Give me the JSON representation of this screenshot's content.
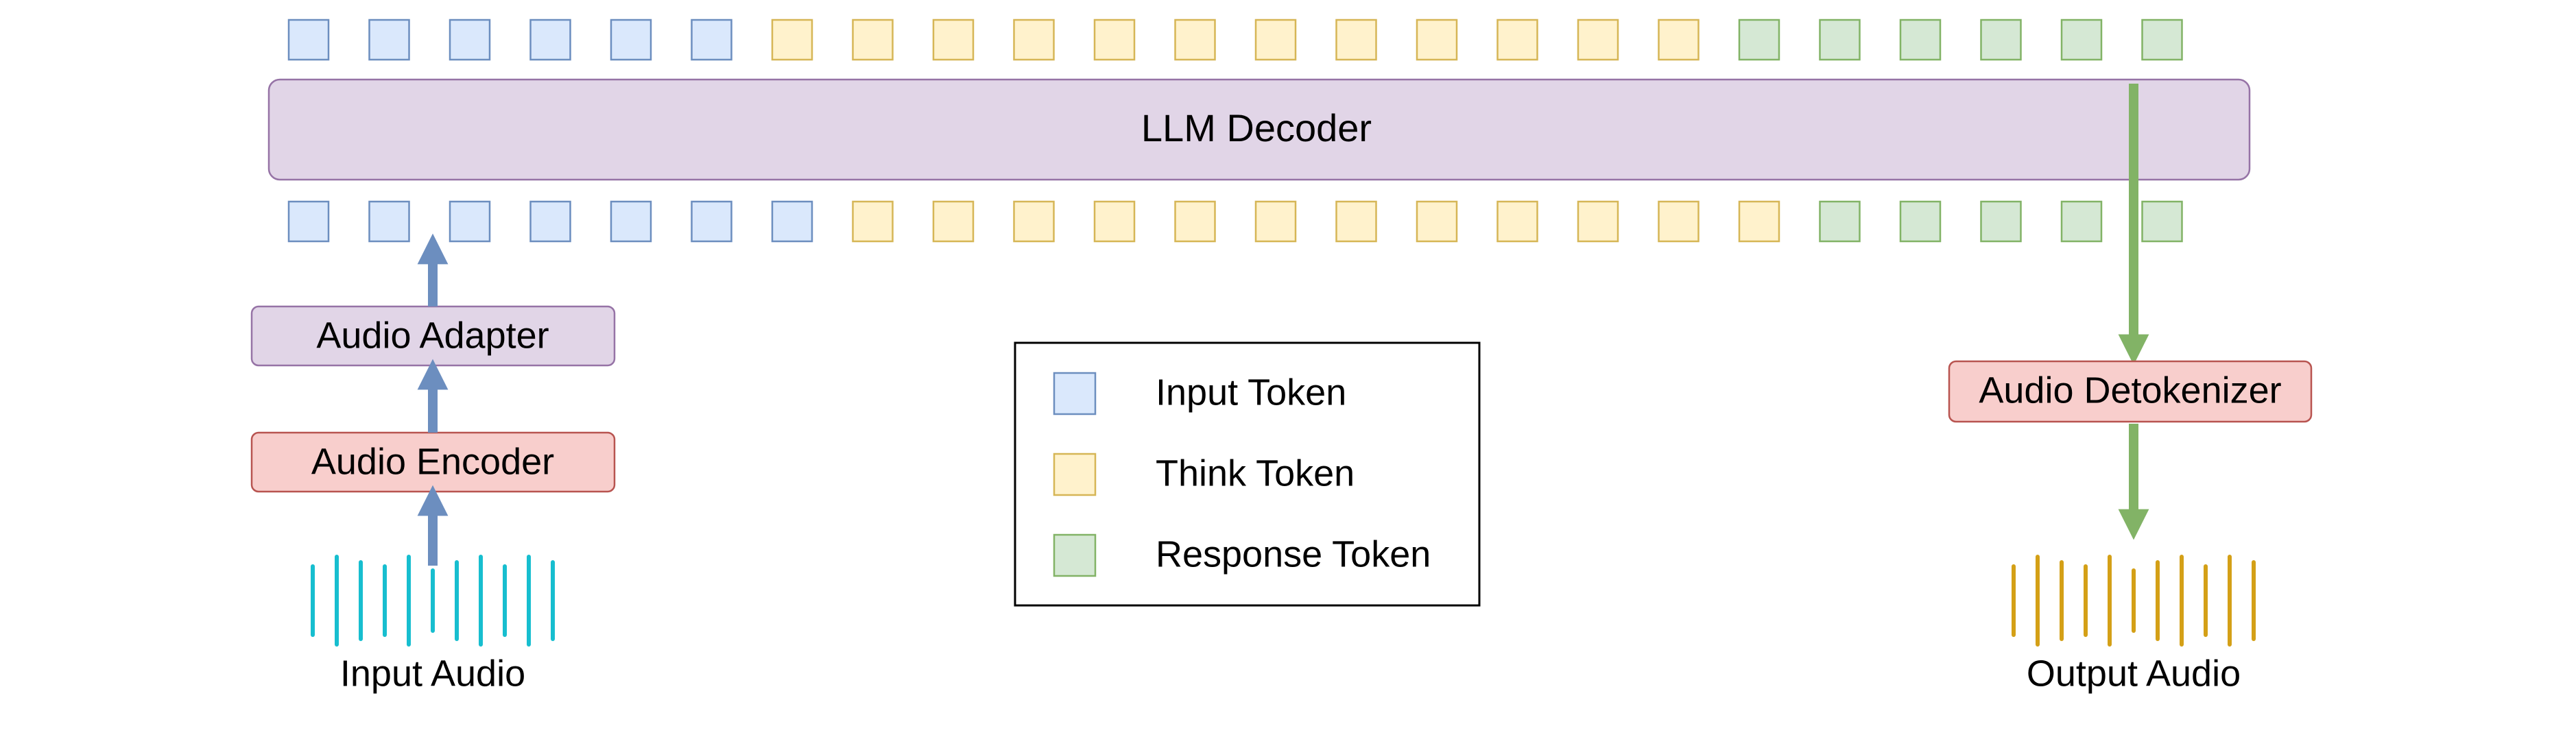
{
  "colors": {
    "input_token_fill": "#dae8fc",
    "input_token_stroke": "#6c8ebf",
    "think_token_fill": "#fff2cc",
    "think_token_stroke": "#d6b656",
    "response_token_fill": "#d5e8d4",
    "response_token_stroke": "#82b366",
    "decoder_fill": "#e1d5e7",
    "decoder_stroke": "#9673a6",
    "adapter_fill": "#e1d5e7",
    "encoder_fill": "#f8cecc",
    "encoder_stroke": "#b85450",
    "up_arrow": "#6c8ebf",
    "green_arrow": "#82b366",
    "input_wave": "#17becf",
    "output_wave": "#d4a017"
  },
  "decoder": {
    "label": "LLM Decoder"
  },
  "adapter": {
    "label": "Audio Adapter"
  },
  "encoder": {
    "label": "Audio Encoder"
  },
  "detokenizer": {
    "label": "Audio Detokenizer"
  },
  "input_audio": {
    "label": "Input Audio"
  },
  "output_audio": {
    "label": "Output Audio"
  },
  "top_row": {
    "tokens": [
      "input",
      "input",
      "input",
      "input",
      "input",
      "input",
      "think",
      "think",
      "think",
      "think",
      "think",
      "think",
      "think",
      "think",
      "think",
      "think",
      "think",
      "think",
      "response",
      "response",
      "response",
      "response",
      "response",
      "response"
    ]
  },
  "bottom_row": {
    "tokens": [
      "input",
      "input",
      "input",
      "input",
      "input",
      "input",
      "input",
      "think",
      "think",
      "think",
      "think",
      "think",
      "think",
      "think",
      "think",
      "think",
      "think",
      "think",
      "think",
      "response",
      "response",
      "response",
      "response",
      "response"
    ]
  },
  "legend": {
    "items": [
      {
        "kind": "input",
        "label": "Input Token"
      },
      {
        "kind": "think",
        "label": "Think Token"
      },
      {
        "kind": "response",
        "label": "Response Token"
      }
    ]
  }
}
